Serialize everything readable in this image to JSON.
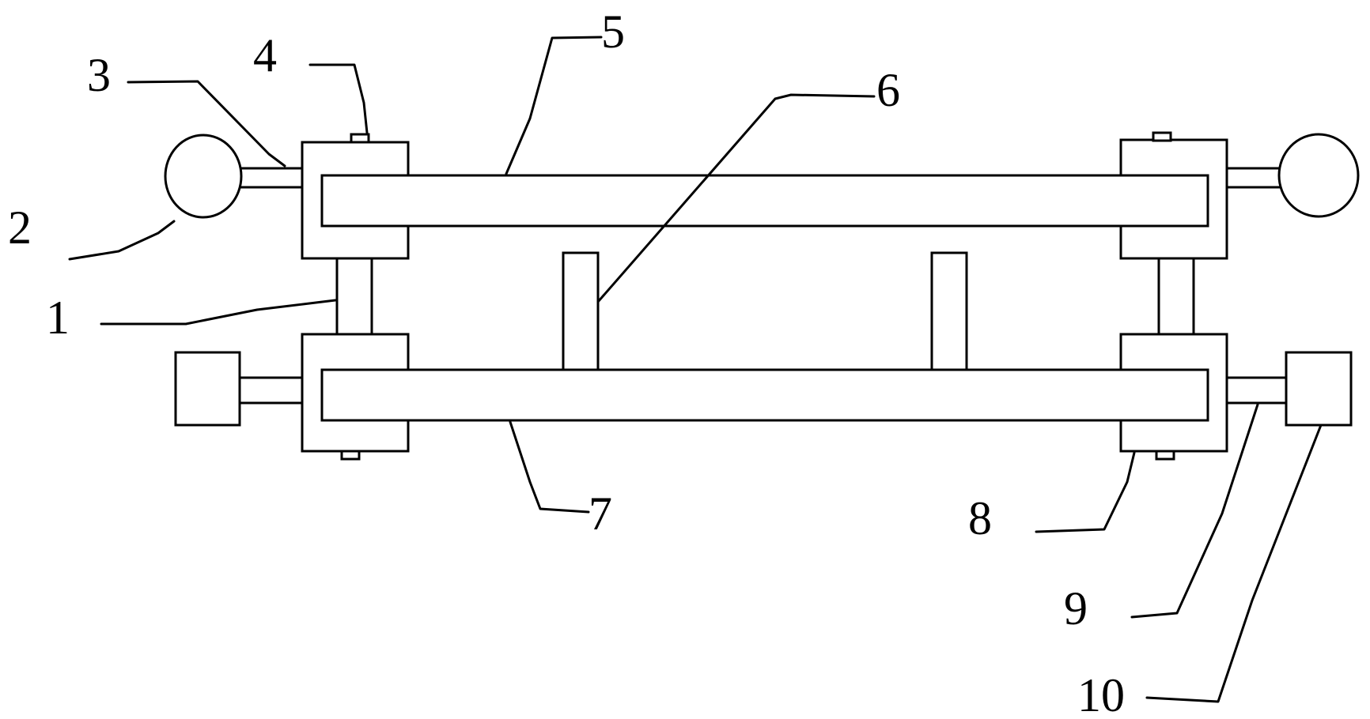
{
  "diagram": {
    "labels": {
      "l1": "1",
      "l2": "2",
      "l3": "3",
      "l4": "4",
      "l5": "5",
      "l6": "6",
      "l7": "7",
      "l8": "8",
      "l9": "9",
      "l10": "10"
    },
    "colors": {
      "stroke": "#000000",
      "fill": "#ffffff"
    }
  }
}
